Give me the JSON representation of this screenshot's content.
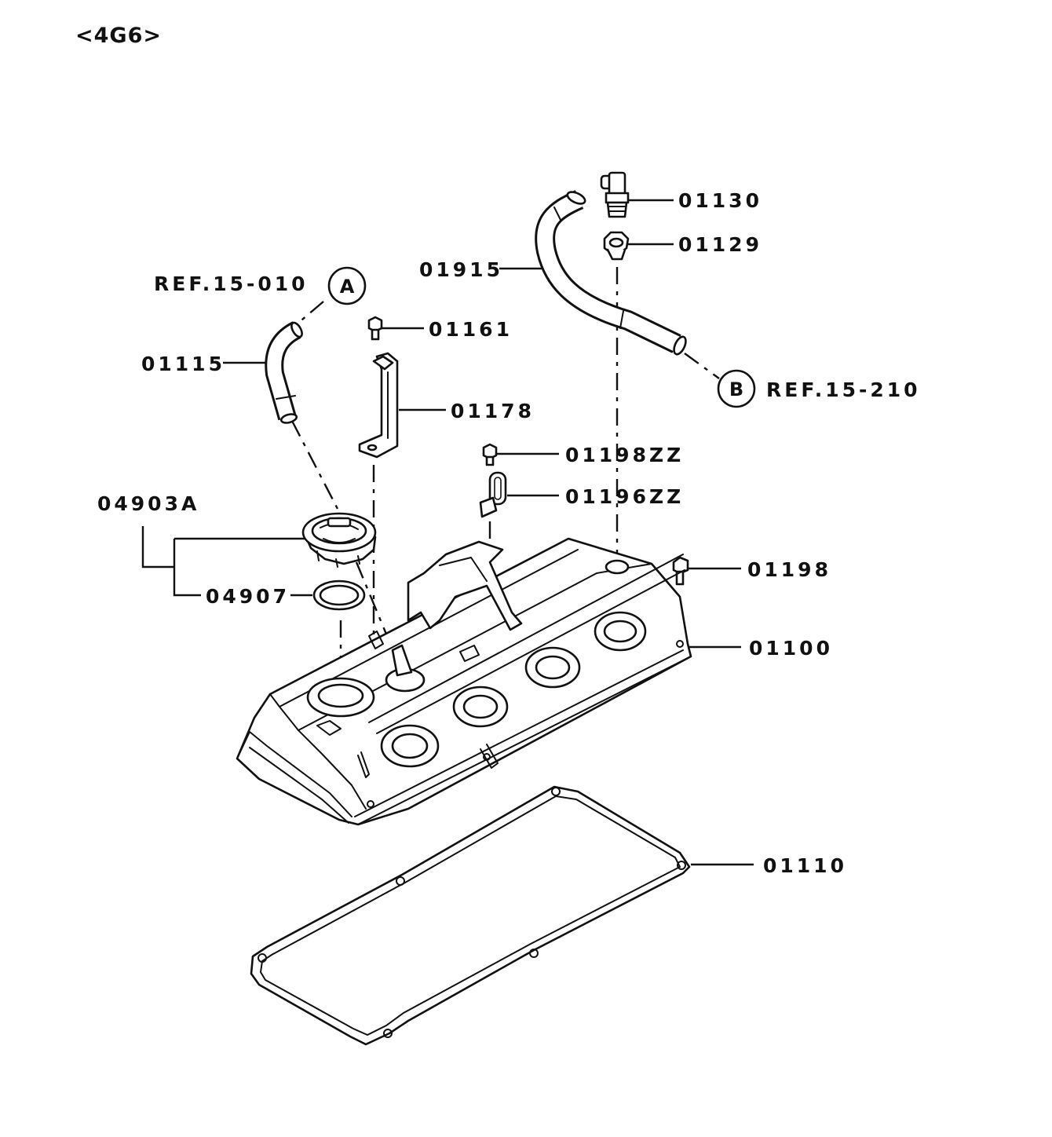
{
  "title": "<4G6>",
  "callouts": {
    "ref_a": "REF.15-010",
    "ref_b": "REF.15-210",
    "circle_a": "A",
    "circle_b": "B"
  },
  "parts": {
    "p01130": "01130",
    "p01129": "01129",
    "p01915": "01915",
    "p01161": "01161",
    "p01115": "01115",
    "p01178": "01178",
    "p01198ZZ": "01198ZZ",
    "p01196ZZ": "01196ZZ",
    "p04903A": "04903A",
    "p04907": "04907",
    "p01198": "01198",
    "p01100": "01100",
    "p01110": "01110"
  }
}
